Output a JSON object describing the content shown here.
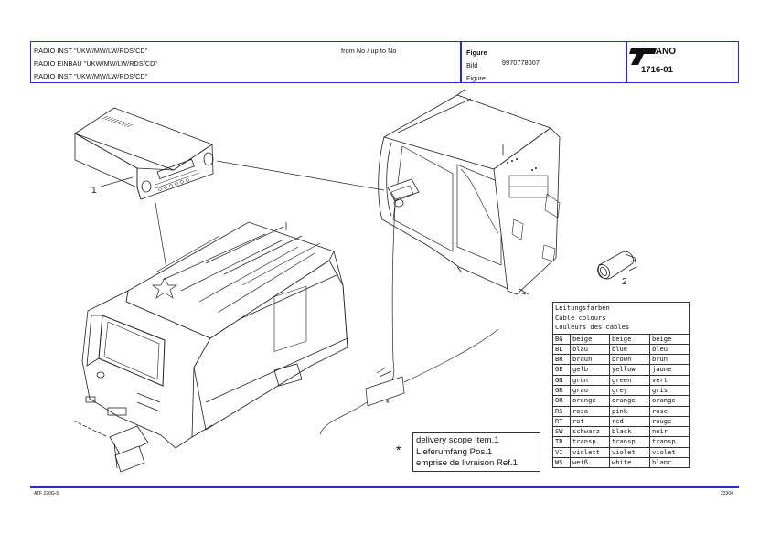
{
  "header": {
    "title_lines": [
      "RADIO INST \"UKW/MW/LW/RDS/CD\"",
      "RADIO EINBAU \"UKW/MW/LW/RDS/CD\"",
      "RADIO INST \"UKW/MW/LW/RDS/CD\""
    ],
    "range_label": "from No / up to No",
    "figure_labels": [
      "Figure",
      "Bild",
      "Figure"
    ],
    "part_number": "9970778007",
    "brand": "TADANO",
    "figure_number": "1716-01"
  },
  "drawing": {
    "callouts": [
      "1",
      "2"
    ],
    "asterisk": "*"
  },
  "cable_colours": {
    "title_lines": [
      "Leitungsfarben",
      "Cable colours",
      "Couleurs des cables"
    ],
    "rows": [
      [
        "BG",
        "beige",
        "beige",
        "beige"
      ],
      [
        "BL",
        "blau",
        "blue",
        "bleu"
      ],
      [
        "BR",
        "braun",
        "brown",
        "brun"
      ],
      [
        "GE",
        "gelb",
        "yellow",
        "jaune"
      ],
      [
        "GN",
        "grün",
        "green",
        "vert"
      ],
      [
        "GR",
        "grau",
        "grey",
        "gris"
      ],
      [
        "OR",
        "orange",
        "orange",
        "orange"
      ],
      [
        "RS",
        "rosa",
        "pink",
        "rose"
      ],
      [
        "RT",
        "rot",
        "red",
        "rouge"
      ],
      [
        "SW",
        "schwarz",
        "black",
        "noir"
      ],
      [
        "TR",
        "transp.",
        "transp.",
        "transp."
      ],
      [
        "VI",
        "violett",
        "violet",
        "violet"
      ],
      [
        "WS",
        "weiß",
        "white",
        "blanc"
      ]
    ]
  },
  "delivery_note": {
    "asterisk": "*",
    "lines": [
      "delivery scope Item.1",
      "Lieferumfang Pos.1",
      "emprise de livraison Ref.1"
    ]
  },
  "footer": {
    "left_code": "ATF 220G-5",
    "right_code": "23304"
  },
  "colors": {
    "frame": "#2b2bd0",
    "ink": "#111111"
  }
}
